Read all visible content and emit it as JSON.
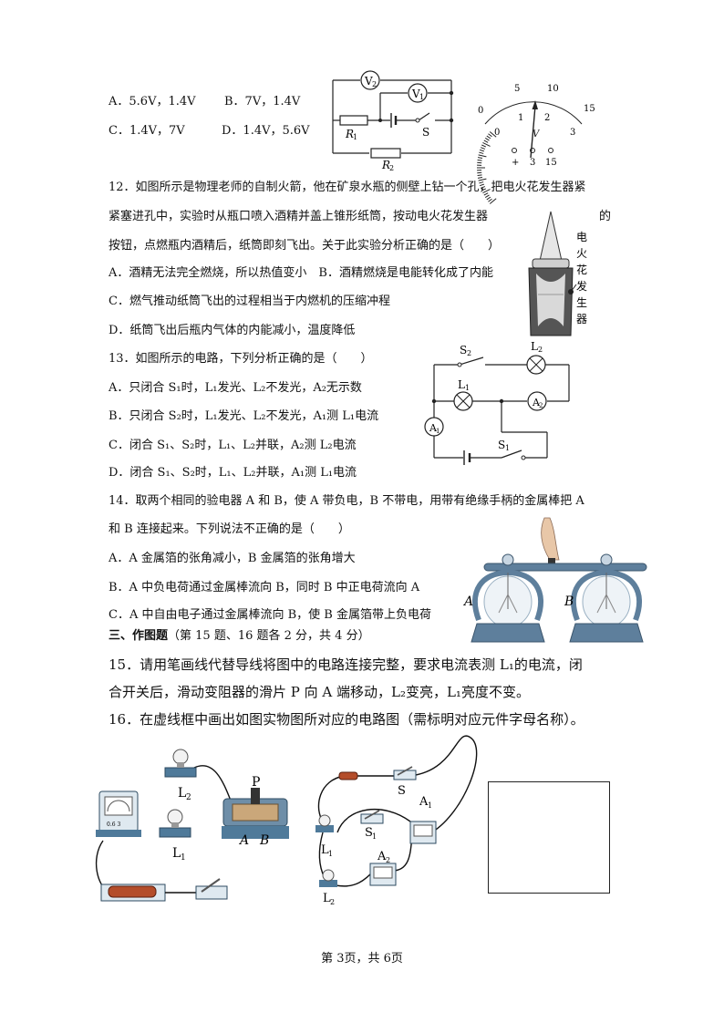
{
  "q11": {
    "opt_a": "A．5.6V，1.4V",
    "opt_b": "B．7V，1.4V",
    "opt_c": "C．1.4V，7V",
    "opt_d": "D．1.4V，5.6V",
    "fig": {
      "v2": "V",
      "v2_sub": "2",
      "v1": "V",
      "v1_sub": "1",
      "r1": "R",
      "r1_sub": "1",
      "r2": "R",
      "r2_sub": "2",
      "s": "S"
    },
    "dial": {
      "top_scale": [
        "0",
        "5",
        "10",
        "15"
      ],
      "bottom_scale": [
        "0",
        "1",
        "2",
        "3"
      ],
      "unit": "V",
      "terminals": [
        "+",
        "3",
        "15"
      ]
    }
  },
  "q12": {
    "line1": "12．如图所示是物理老师的自制火箭，他在矿泉水瓶的侧壁上钻一个孔，把电火花发生器紧",
    "line2": "紧塞进孔中，实验时从瓶口喷入酒精并盖上锥形纸筒，按动电火花发生器",
    "line2_end": "的",
    "line3": "按钮，点燃瓶内酒精后，纸筒即刻飞出。关于此实验分析正确的是（　　）",
    "opt_ab": "A．酒精无法完全燃烧，所以热值变小　B．酒精燃烧是电能转化成了内能",
    "opt_c": "C．燃气推动纸筒飞出的过程相当于内燃机的压缩冲程",
    "opt_d": "D．纸筒飞出后瓶内气体的内能减小，温度降低",
    "device_label": [
      "电",
      "火",
      "花",
      "发",
      "生",
      "器"
    ]
  },
  "q13": {
    "stem": "13．如图所示的电路，下列分析正确的是（　　）",
    "opt_a": "A．只闭合 S₁时，L₁发光、L₂不发光，A₂无示数",
    "opt_b": "B．只闭合 S₂时，L₁发光、L₂不发光，A₁测 L₁电流",
    "opt_c": "C．闭合 S₁、S₂时，L₁、L₂并联，A₂测 L₂电流",
    "opt_d": "D．闭合 S₁、S₂时，L₁、L₂并联，A₁测 L₁电流",
    "fig": {
      "s2": "S",
      "l2": "L",
      "l1": "L",
      "a2": "A",
      "a1": "A",
      "s1": "S",
      "sub1": "1",
      "sub2": "2"
    }
  },
  "q14": {
    "line1": "14．取两个相同的验电器 A 和 B，使 A 带负电，B 不带电，用带有绝缘手柄的金属棒把 A",
    "line2": "和 B 连接起来。下列说法不正确的是（　　）",
    "opt_a": "A．A 金属箔的张角减小，B 金属箔的张角增大",
    "opt_b": "B．A 中负电荷通过金属棒流向 B，同时 B 中正电荷流向 A",
    "opt_c": "C．A 中自由电子通过金属棒流向 B，使 B 金属箔带上负电荷",
    "fig": {
      "a": "A",
      "b": "B"
    }
  },
  "section3": {
    "heading": "三、作图题",
    "note": "（第 15 题、16 题各 2 分，共 4 分）"
  },
  "q15": {
    "line1": "15．请用笔画线代替导线将图中的电路连接完整，要求电流表测 L₁的电流，闭",
    "line2": "合开关后，滑动变阻器的滑片 P 向 A 端移动，L₂变亮，L₁亮度不变。"
  },
  "q16": {
    "line1": "16．在虚线框中画出如图实物图所对应的电路图（需标明对应元件字母名称）。"
  },
  "fig15": {
    "l2": "L",
    "l2_sub": "2",
    "l1": "L",
    "l1_sub": "1",
    "p": "P",
    "a": "A",
    "b": "B",
    "meter": "0.6  3"
  },
  "fig16": {
    "s": "S",
    "a1": "A",
    "s1": "S",
    "l1": "L",
    "a2": "A",
    "l2": "L",
    "sub1": "1",
    "sub2": "2"
  },
  "footer": "第 3页，共 6页"
}
